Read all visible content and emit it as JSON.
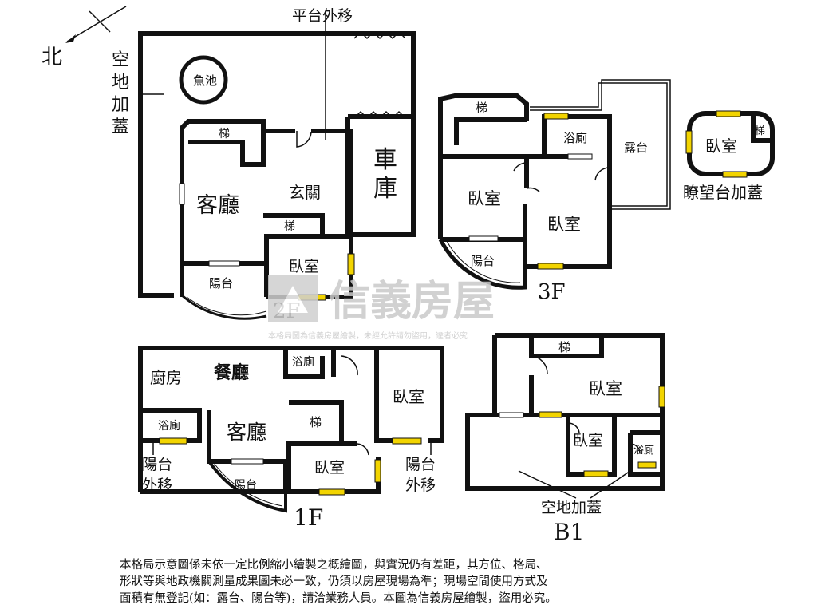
{
  "compass": {
    "north_label": "北"
  },
  "floor_2f": {
    "floor_label": "2F",
    "platform_shift": "平台外移",
    "open_land_cover": "空地加蓋",
    "fish_pond": "魚池",
    "stairs": "梯",
    "stairs2": "梯",
    "living_room": "客廳",
    "foyer": "玄關",
    "garage": "車庫",
    "bedroom": "臥室",
    "balcony": "陽台"
  },
  "floor_3f": {
    "floor_label": "3F",
    "stairs": "梯",
    "bath": "浴廁",
    "terrace": "露台",
    "bedroom_a": "臥室",
    "bedroom_b": "臥室",
    "balcony": "陽台"
  },
  "lookout": {
    "bedroom": "臥室",
    "stairs": "梯",
    "caption": "瞭望台加蓋"
  },
  "floor_1f": {
    "floor_label": "1F",
    "kitchen": "廚房",
    "dining": "餐廳",
    "bath_top": "浴廁",
    "bath_left": "浴廁",
    "living_room": "客廳",
    "stairs": "梯",
    "bedroom_right": "臥室",
    "bedroom_center": "臥室",
    "balcony": "陽台",
    "balcony_shift_left": "陽台外移",
    "balcony_shift_right": "陽台外移"
  },
  "floor_b1": {
    "floor_label": "B1",
    "stairs": "梯",
    "bedroom_a": "臥室",
    "bedroom_b": "臥室",
    "bath": "浴廁",
    "open_land_cover": "空地加蓋"
  },
  "watermark": {
    "brand": "信義房屋",
    "notice": "本格局圖為信義房屋繪製，未經允許請勿盜用，違者必究"
  },
  "disclaimer": {
    "line1": "本格局示意圖係未依一定比例縮小繪製之概繪圖，與實況仍有差距，其方位、格局、",
    "line2": "形狀等與地政機關測量成果圖未必一致，仍須以房屋現場為準；現場空間使用方式及",
    "line3": "面積有無登記(如：露台、陽台等)，請洽業務人員。本圖為信義房屋繪製，盜用必究。"
  },
  "colors": {
    "wall": "#111111",
    "window": "#f2d400",
    "watermark": "#c9c9c9"
  }
}
